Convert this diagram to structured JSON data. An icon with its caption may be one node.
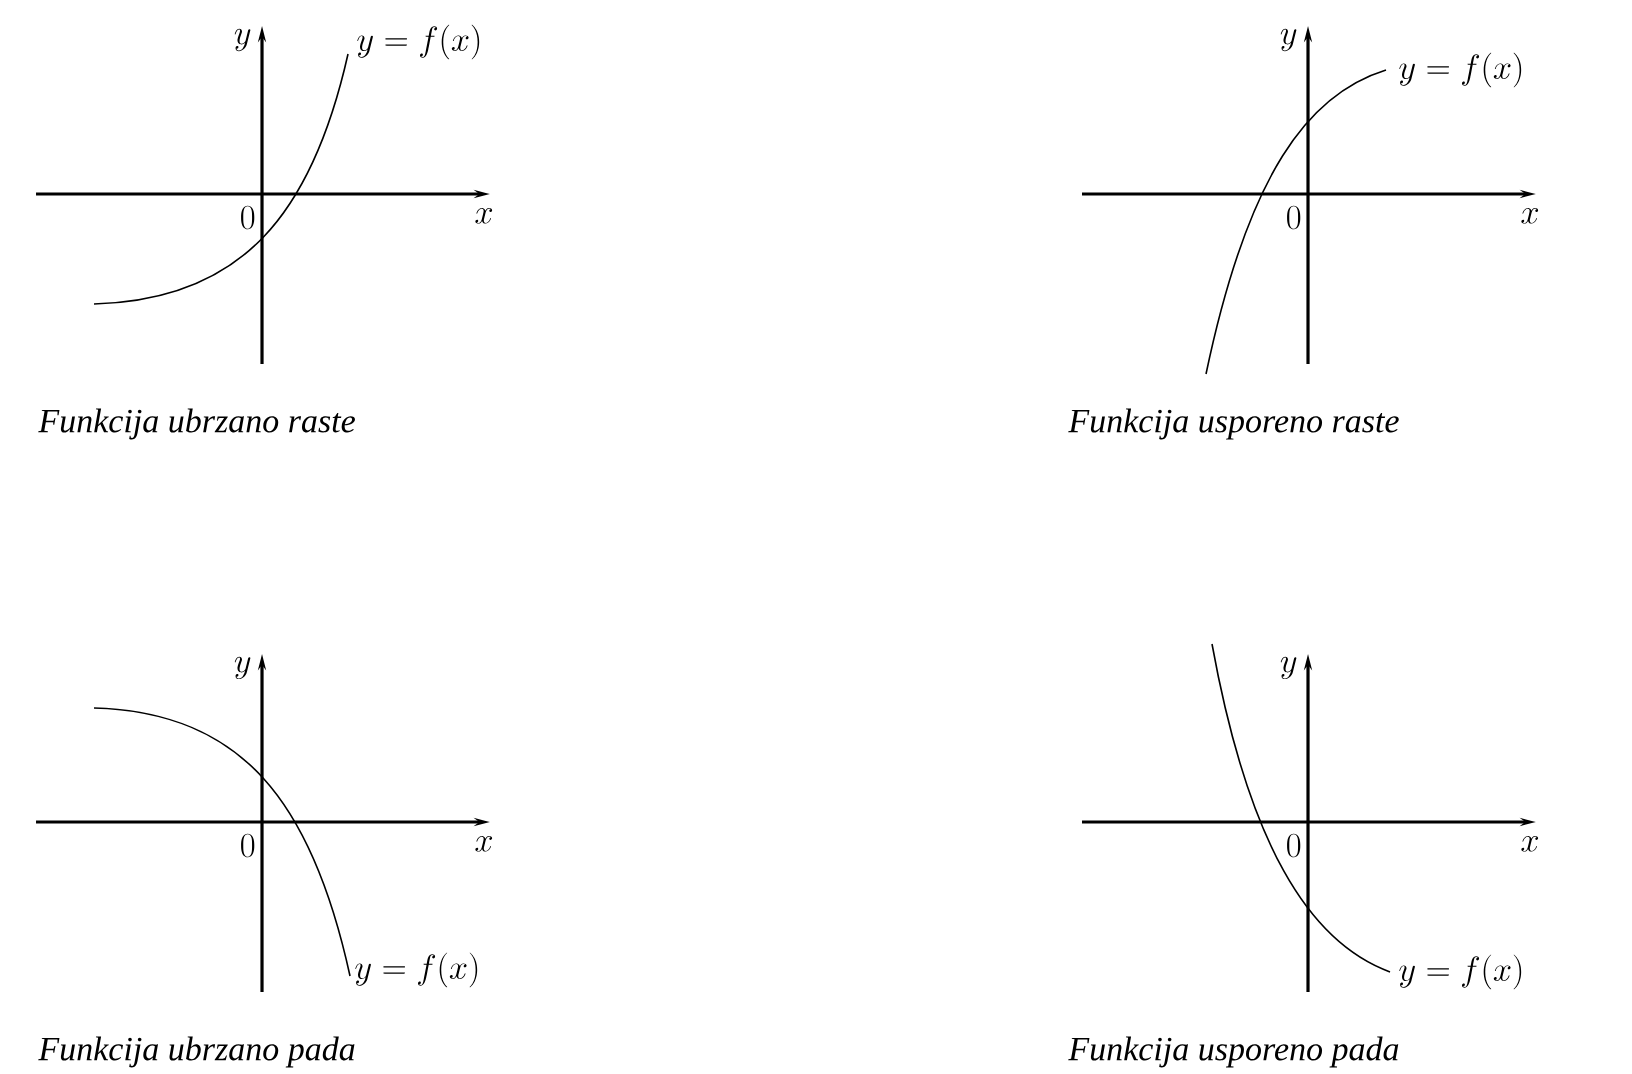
{
  "diagram": {
    "labels": [
      "y",
      "y = f(x)",
      "0",
      "x",
      "Funkcija ubrzano raste",
      "y",
      "y = f(x)",
      "0",
      "x",
      "Funkcija usporeno raste",
      "y",
      "y = f(x)",
      "0",
      "x",
      "Funkcija ubrzano pada",
      "y",
      "y = f(x)",
      "0",
      "x",
      "Funkcija usporeno pada"
    ]
  }
}
